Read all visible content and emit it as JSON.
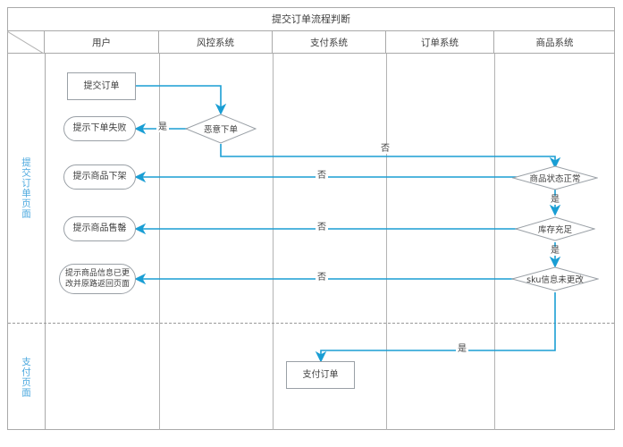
{
  "diagram": {
    "title": "提交订单流程判断",
    "accent_color": "#1a9ed4",
    "lane_label_color": "#4ba8de",
    "border_color": "#a9a9a9"
  },
  "columns": [
    {
      "key": "user",
      "label": "用户"
    },
    {
      "key": "risk",
      "label": "风控系统"
    },
    {
      "key": "pay",
      "label": "支付系统"
    },
    {
      "key": "order",
      "label": "订单系统"
    },
    {
      "key": "product",
      "label": "商品系统"
    }
  ],
  "lanes": [
    {
      "key": "submit-page",
      "label": "提交订单页面"
    },
    {
      "key": "payment-page",
      "label": "支付页面"
    }
  ],
  "nodes": [
    {
      "id": "submit-order",
      "shape": "rect",
      "label": "提交订单",
      "column": "user"
    },
    {
      "id": "tip-order-failed",
      "shape": "rounded",
      "label": "提示下单失败",
      "column": "user"
    },
    {
      "id": "tip-product-off",
      "shape": "rounded",
      "label": "提示商品下架",
      "column": "user"
    },
    {
      "id": "tip-sold-out",
      "shape": "rounded",
      "label": "提示商品售罄",
      "column": "user"
    },
    {
      "id": "tip-sku-changed",
      "shape": "rounded",
      "label": "提示商品信息已更改并原路返回页面",
      "line1": "提示商品信息已更",
      "line2": "改并原路返回页面",
      "column": "user"
    },
    {
      "id": "malicious-order",
      "shape": "diamond",
      "label": "恶意下单",
      "column": "risk"
    },
    {
      "id": "product-status-ok",
      "shape": "diamond",
      "label": "商品状态正常",
      "column": "product"
    },
    {
      "id": "stock-enough",
      "shape": "diamond",
      "label": "库存充足",
      "column": "product"
    },
    {
      "id": "sku-unchanged",
      "shape": "diamond",
      "label": "sku信息未更改",
      "column": "product"
    },
    {
      "id": "pay-order",
      "shape": "rect",
      "label": "支付订单",
      "column": "pay"
    }
  ],
  "edge_labels": {
    "yes": "是",
    "no": "否",
    "malicious_yes": "是",
    "malicious_no": "否",
    "product_status_no": "否",
    "product_status_yes": "是",
    "stock_no": "否",
    "stock_yes": "是",
    "sku_no": "否",
    "sku_yes": "是"
  }
}
